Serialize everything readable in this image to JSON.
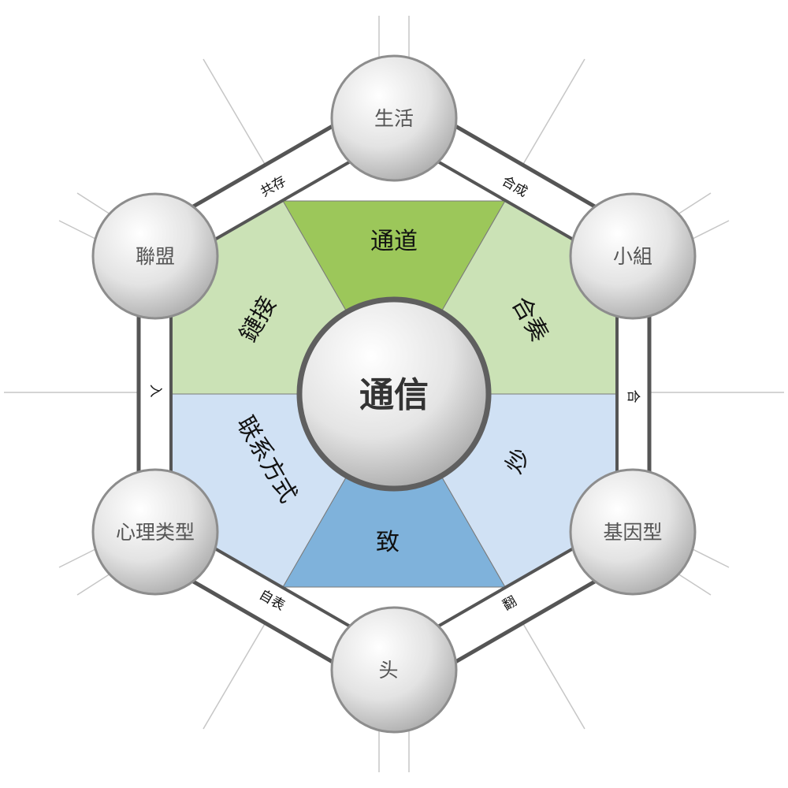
{
  "center": {
    "label": "通信"
  },
  "segments": [
    {
      "label": "通道",
      "color": "#9cc75a"
    },
    {
      "label": "合奏",
      "color": "#cbe2b6"
    },
    {
      "label": "炒",
      "color": "#d0e1f4"
    },
    {
      "label": "致",
      "color": "#7fb2db"
    },
    {
      "label": "联系方式",
      "color": "#d0e1f4"
    },
    {
      "label": "鏈接",
      "color": "#cbe2b6"
    }
  ],
  "nodes": [
    {
      "label": "生活"
    },
    {
      "label": "小組"
    },
    {
      "label": "基因型"
    },
    {
      "label": "头"
    },
    {
      "label": "心理类型"
    },
    {
      "label": "聯盟"
    }
  ],
  "edges": [
    {
      "label": "合成"
    },
    {
      "label": "合"
    },
    {
      "label": "翻"
    },
    {
      "label": "自表"
    },
    {
      "label": "入"
    },
    {
      "label": "共存"
    }
  ]
}
